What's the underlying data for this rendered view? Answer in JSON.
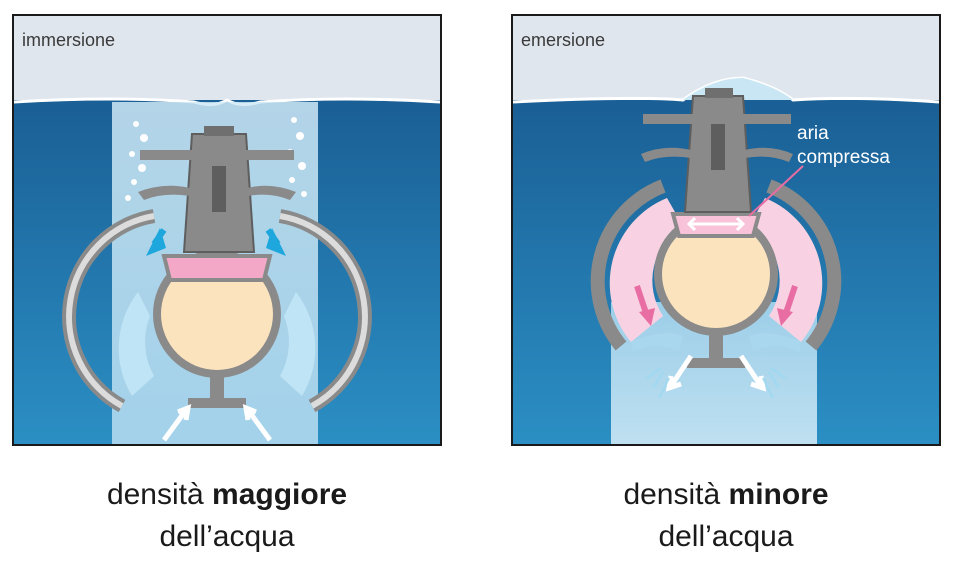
{
  "left_panel": {
    "label": "immersione",
    "caption_prefix": "densità",
    "caption_bold": "maggiore",
    "caption_suffix": "dell’acqua"
  },
  "right_panel": {
    "label": "emersione",
    "air_label_line1": "aria",
    "air_label_line2": "compressa",
    "caption_prefix": "densità",
    "caption_bold": "minore",
    "caption_suffix": "dell’acqua"
  },
  "colors": {
    "sky": "#dfe6ee",
    "water_deep": "#1f6fa6",
    "water_light": "#a9d7ee",
    "hull": "#8a8a8a",
    "crew_compartment": "#fbe3bd",
    "air_tank": "#f3a8c8",
    "arrow_blue": "#1ea7dd",
    "arrow_pink": "#e86da3"
  }
}
